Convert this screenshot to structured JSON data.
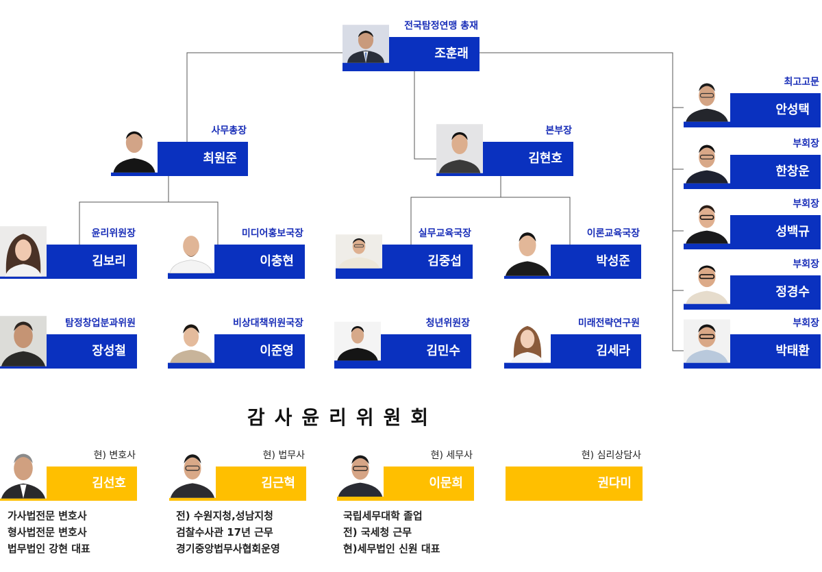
{
  "section_title": "감사윤리위원회",
  "colors": {
    "blue": "#0a31bf",
    "gold": "#ffbf00"
  },
  "cards": {
    "president": {
      "title": "전국탐정연맹 총재",
      "name": "조훈래"
    },
    "secretary_general": {
      "title": "사무총장",
      "name": "최원준"
    },
    "head_office": {
      "title": "본부장",
      "name": "김현호"
    },
    "ethics_chair": {
      "title": "윤리위원장",
      "name": "김보리"
    },
    "media_director": {
      "title": "미디어홍보국장",
      "name": "이충현"
    },
    "practical_edu": {
      "title": "실무교육국장",
      "name": "김중섭"
    },
    "theory_edu": {
      "title": "이론교육국장",
      "name": "박성준"
    },
    "startup_committee": {
      "title": "탐정창업분과위원",
      "name": "장성철"
    },
    "emergency_director": {
      "title": "비상대책위원국장",
      "name": "이준영"
    },
    "youth_chair": {
      "title": "청년위원장",
      "name": "김민수"
    },
    "future_strategy": {
      "title": "미래전략연구원",
      "name": "김세라"
    },
    "top_advisor": {
      "title": "최고고문",
      "name": "안성택"
    },
    "vp1": {
      "title": "부회장",
      "name": "한창운"
    },
    "vp2": {
      "title": "부회장",
      "name": "성백규"
    },
    "vp3": {
      "title": "부회장",
      "name": "정경수"
    },
    "vp4": {
      "title": "부회장",
      "name": "박태환"
    }
  },
  "audit": {
    "lawyer": {
      "title": "현) 변호사",
      "name": "김선호",
      "desc": [
        "가사법전문 변호사",
        "형사법전문 변호사",
        "법무법인 강현 대표"
      ]
    },
    "legal_scrivener": {
      "title": "현) 법무사",
      "name": "김근혁",
      "desc": [
        "전) 수원지청,성남지청",
        "검찰수사관 17년 근무",
        "경기중앙법무사협회운영"
      ]
    },
    "tax_accountant": {
      "title": "현) 세무사",
      "name": "이문희",
      "desc": [
        "국립세무대학 졸업",
        "전) 국세청 근무",
        "현)세무법인 신원 대표"
      ]
    },
    "counselor": {
      "title": "현) 심리상담사",
      "name": "권다미"
    }
  }
}
